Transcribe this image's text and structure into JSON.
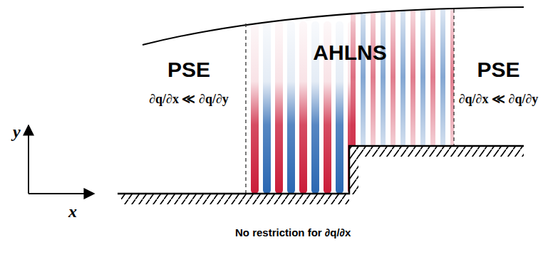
{
  "diagram": {
    "nodes": [
      {
        "text": [
          "PSE",
          "∂q/∂x ≪ ∂q/∂y"
        ]
      },
      {
        "text": [
          "AHLNS"
        ]
      },
      {
        "text": [
          "PSE",
          "∂q/∂x ≪ ∂q/∂y"
        ]
      }
    ],
    "labels": [
      "y",
      "x",
      "No restriction for ∂q/∂x"
    ]
  }
}
